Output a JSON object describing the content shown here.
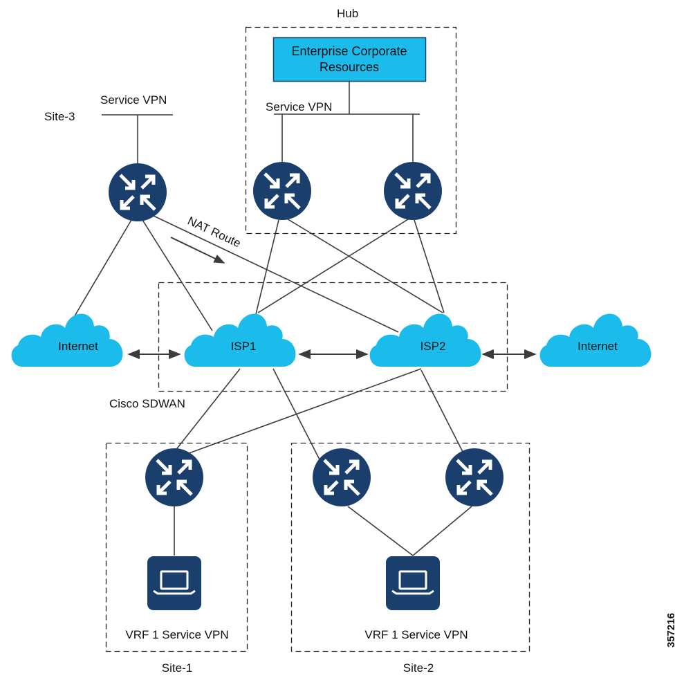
{
  "colors": {
    "router": "#1b3f6d",
    "cloud": "#1bbbec",
    "resource_box_fill": "#1bbbec",
    "resource_box_border": "#1b3f6d",
    "line": "#3c3c3c",
    "dashed": "#222222"
  },
  "icons": {
    "router": "router-icon",
    "laptop": "laptop-icon",
    "cloud": "cloud-icon",
    "arrow": "double-arrow-icon"
  },
  "groups": {
    "hub": "Hub",
    "site3": "Site-3",
    "sdwan": "Cisco SDWAN",
    "site1": "Site-1",
    "site2": "Site-2"
  },
  "resources": {
    "line1": "Enterprise Corporate",
    "line2": "Resources"
  },
  "service_vpn": {
    "hub": "Service VPN",
    "site3": "Service VPN"
  },
  "clouds": {
    "internet_left": "Internet",
    "isp1": "ISP1",
    "isp2": "ISP2",
    "internet_right": "Internet"
  },
  "nat_route": "NAT Route",
  "vrf": {
    "site1": "VRF 1 Service VPN",
    "site2": "VRF 1 Service VPN"
  },
  "figure_id": "357216"
}
